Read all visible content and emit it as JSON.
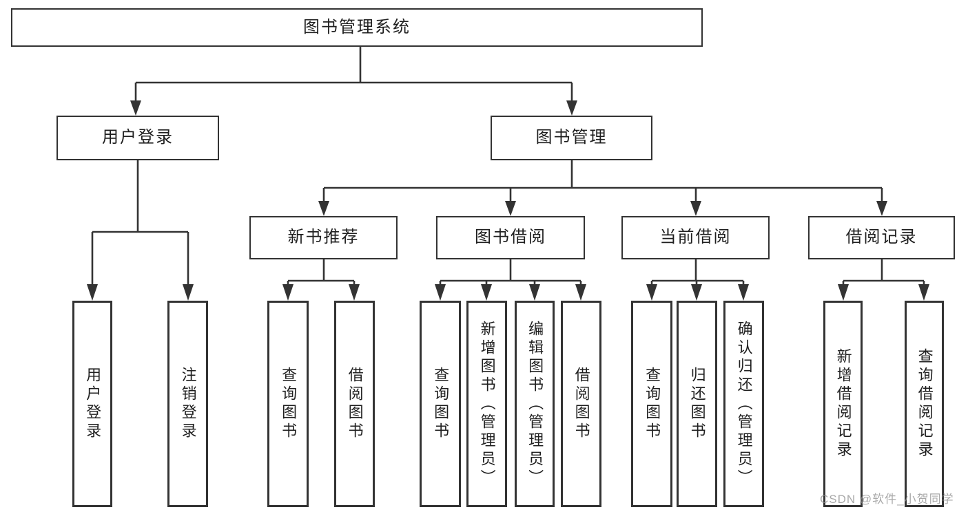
{
  "title": "图书管理系统",
  "colors": {
    "line": "#333333",
    "box_border": "#333333",
    "box_fill": "#ffffff",
    "text": "#1f1f1f",
    "background": "#ffffff",
    "watermark": "#8c8c8c"
  },
  "tree": {
    "root": "图书管理系统",
    "level2": [
      "用户登录",
      "图书管理"
    ],
    "level3": [
      "新书推荐",
      "图书借阅",
      "当前借阅",
      "借阅记录"
    ],
    "leaves": {
      "user": [
        "用户登录",
        "注销登录"
      ],
      "newbook": [
        "查询图书",
        "借阅图书"
      ],
      "borrow": [
        "查询图书",
        "新增图书（管理员）",
        "编辑图书（管理员）",
        "借阅图书"
      ],
      "current": [
        "查询图书",
        "归还图书",
        "确认归还（管理员）"
      ],
      "records": [
        "新增借阅记录",
        "查询借阅记录"
      ]
    }
  },
  "watermark": "CSDN @软件_小贺同学"
}
